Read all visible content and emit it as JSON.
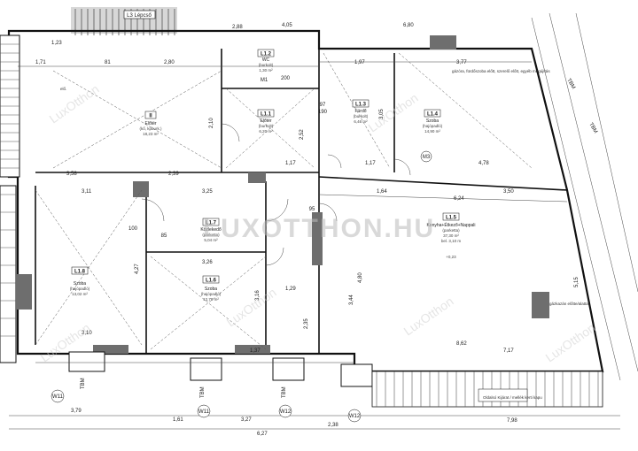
{
  "watermark": {
    "main": "LUXOTTHON.HU",
    "repeat": "LuxOtthon"
  },
  "corridor_label": "L3 Lépcső",
  "dimensions": {
    "top": [
      "2,88",
      "4,05",
      "6,80",
      "1,23",
      "1,71",
      "81",
      "2,80",
      "1,97",
      "3,77"
    ],
    "middle": [
      "3,11",
      "3,25",
      "1,64",
      "6,24",
      "3,50",
      "3,58",
      "4,78",
      "2,39",
      "1,17",
      "1,17"
    ],
    "bottom": [
      "3,10",
      "3,26",
      "1,29",
      "8,62",
      "7,17",
      "1,37",
      "2,38",
      "3,79",
      "3,27",
      "6,27",
      "7,98",
      "1,61"
    ],
    "vertical": [
      "2,10",
      "2,52",
      "3,05",
      "3,44",
      "4,27",
      "4,80",
      "2,35",
      "3,16",
      "5,15"
    ]
  },
  "rooms": [
    {
      "id": "L1.3",
      "name": "Fürdő",
      "sub1": "(burkolt)",
      "sub2": "6,46 m²"
    },
    {
      "id": "L1.4",
      "name": "Szoba",
      "sub1": "(hajópadló)",
      "sub2": "14,90 m²"
    },
    {
      "id": "L1.2",
      "name": "WC",
      "sub1": "(burkolt)",
      "sub2": "1,30 m²"
    },
    {
      "id": "L1.1",
      "name": "Előtér",
      "sub1": "(burkolt)",
      "sub2": "6,20 m²"
    },
    {
      "id": "L1.7",
      "name": "Közlekedő",
      "sub1": "(parketta)",
      "sub2": "5,04 m²"
    },
    {
      "id": "L1.5",
      "name": "Konyha+Étkező+Nappali",
      "sub1": "(parketta)",
      "sub2": "37,30 m²"
    },
    {
      "id": "L1.8",
      "name": "Szoba",
      "sub1": "(hajópadló)",
      "sub2": "13,02 m²"
    },
    {
      "id": "L1.6",
      "name": "Szoba",
      "sub1": "(hajópadló)",
      "sub2": "12,78 m²"
    },
    {
      "id": "II",
      "name": "Előtér",
      "sub1": "(kő, kpburk.)",
      "sub2": "18,23 m²"
    }
  ],
  "notes": {
    "heater_note": "gázkazán előtte/alatta",
    "bath_note": "gázóra, fürdőszoba előtt, szerelő előtt, egyéb megújítás",
    "basement_note": "Oldalsó Kijárat / mellék kerti kapu",
    "kitchen_height": "bel. 3,10 m",
    "level": "+0,23",
    "aux": "elő."
  },
  "doors": [
    "W11",
    "W11",
    "W12",
    "W12",
    "M3",
    "M1",
    "97",
    "95",
    "100",
    "190",
    "85",
    "200"
  ],
  "tbm": [
    "TBM",
    "TBM",
    "TBM",
    "TBM",
    "TBM"
  ]
}
